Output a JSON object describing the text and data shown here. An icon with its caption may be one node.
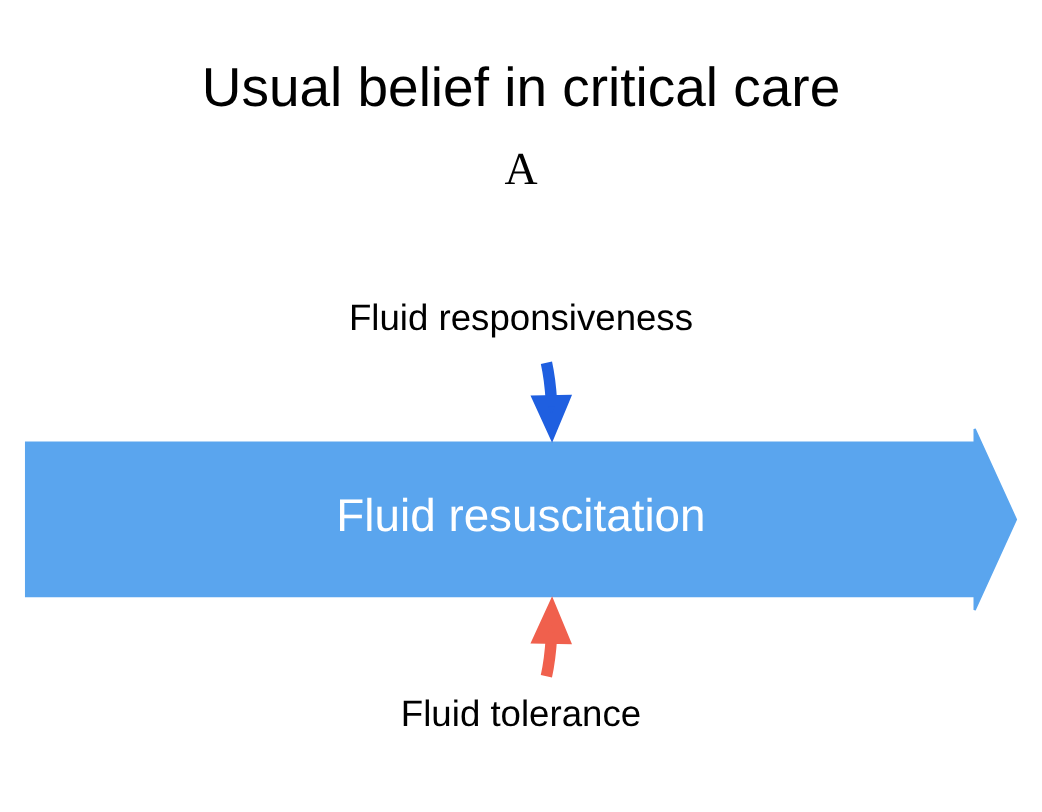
{
  "diagram": {
    "title": "Usual belief in critical care",
    "nodes": [
      {
        "text": [
          "Fluid responsiveness"
        ]
      },
      {
        "text": [
          "Fluid resuscitation"
        ]
      },
      {
        "text": [
          "Fluid tolerance"
        ]
      }
    ],
    "edges": [
      {
        "from": 0,
        "to": 1,
        "arrow": "to",
        "color": "#1f5fe0"
      },
      {
        "from": 2,
        "to": 1,
        "arrow": "to",
        "color": "#f0604d"
      }
    ],
    "labels": [
      "A"
    ]
  }
}
